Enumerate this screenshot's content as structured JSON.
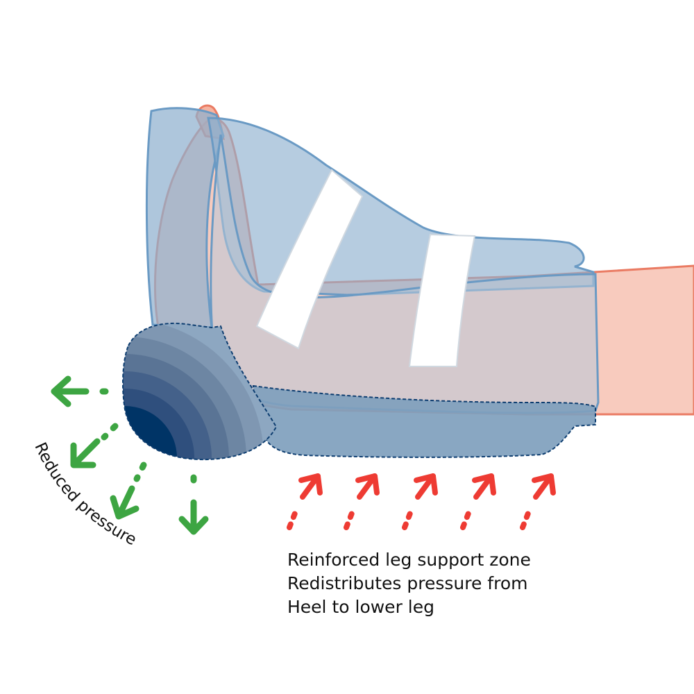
{
  "labels": {
    "reduced_pressure": "Reduced pressure",
    "caption_lines": [
      "Reinforced leg support zone",
      "Redistributes pressure from",
      "Heel to lower leg"
    ]
  },
  "arrows": {
    "reduced_count": 4,
    "support_count": 5
  },
  "colors": {
    "boot_fill": "#8fb0cf",
    "boot_stroke": "#6a9ac4",
    "leg_fill": "#f3a088",
    "leg_stroke": "#ea7b63",
    "heel_pad_dark": "#003466",
    "support_zone": "#7f9fbd",
    "strap": "#ffffff",
    "green_arrow": "#3da542",
    "red_arrow": "#ee3b33",
    "text": "#111111"
  }
}
